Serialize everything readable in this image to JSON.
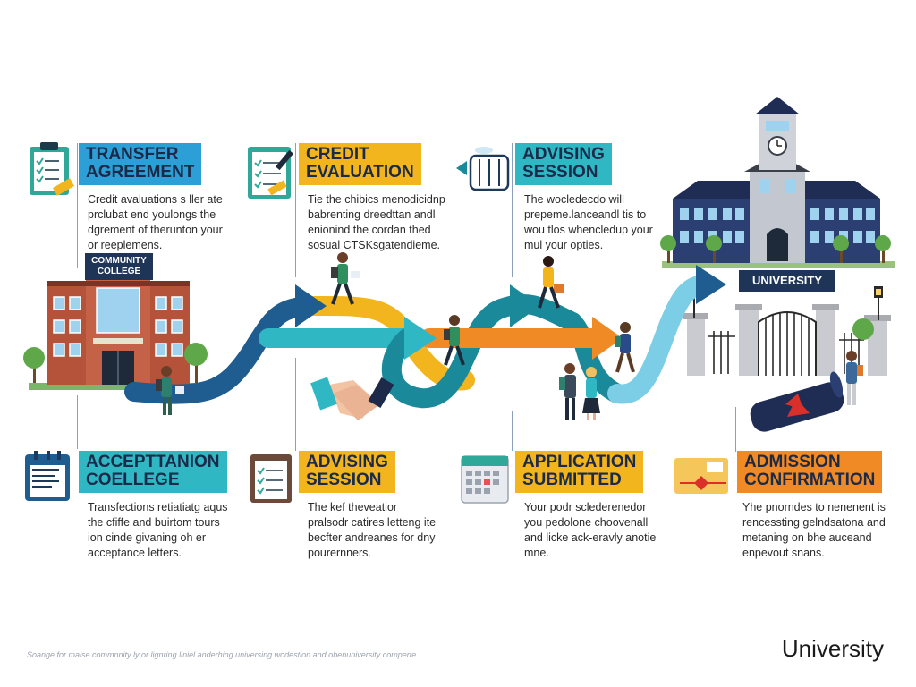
{
  "steps_top": [
    {
      "title": [
        "TRANSFER",
        "AGREEMENT"
      ],
      "body": [
        "Credit avaluations s ller ate",
        "prclubat end youlongs the",
        "dgrement of therunton your",
        "or reeplemens."
      ],
      "color": "#2b9fd6",
      "icon": "clipboard-checklist-icon"
    },
    {
      "title": [
        "CREDIT",
        "EVALUATION"
      ],
      "body": [
        "Tie the chibics menodicidnp",
        "babrenting dreedttan andl",
        "enionind the cordan thed",
        "sosual CTSKsgatendieme."
      ],
      "color": "#f2b51d",
      "icon": "checklist-pen-icon"
    },
    {
      "title": [
        "ADVISING",
        "SESSION"
      ],
      "body": [
        "The wocledecdo will",
        "prepeme.lanceandl tis to",
        "wou tlos whencledup your",
        "mul your opties."
      ],
      "color": "#2fb8c4",
      "icon": "books-icon"
    }
  ],
  "steps_bottom": [
    {
      "title": [
        "ACCEPTTANION",
        "COELLEGE"
      ],
      "body": [
        "Transfections retiatiatg aqus",
        "the cfiffe and buirtom tours",
        "ion cinde givaning oh er",
        "acceptance letters."
      ],
      "color": "#2fb8c4",
      "icon": "calendar-icon"
    },
    {
      "title": [
        "ADVISING",
        "SESSION"
      ],
      "body": [
        "The kef theveatior",
        "pralsodr catires letteng ite",
        "becfter andreanes for dny",
        "pourernners."
      ],
      "color": "#f2b51d",
      "icon": "checklist-icon"
    },
    {
      "title": [
        "APPLICATION",
        "SUBMITTED"
      ],
      "body": [
        "Your podr sclederenedor",
        "you pedolone choovenall",
        "and licke ack-eravly anotie",
        "mne."
      ],
      "color": "#f2b51d",
      "icon": "calendar-grid-icon"
    },
    {
      "title": [
        "ADMISSION",
        "CONFIRMATION"
      ],
      "body": [
        "Yhe pnorndes to nenenent is",
        "rencessting gelndsatona and",
        "metaning on bhe auceand",
        "enpevout snans."
      ],
      "color": "#f08a24",
      "icon": "envelope-icon"
    }
  ],
  "community_sign": [
    "COMMUNITY",
    "COLLEGE"
  ],
  "university_sign": "UNIVERSITY",
  "footnote": "Soange for maise commnnity ly or lignring liniel anderhing universing wodestion and obenuniversity comperte.",
  "brand": "University",
  "colors": {
    "navy": "#1f5c8f",
    "teal": "#2fb8c4",
    "yellow": "#f2b51d",
    "orange": "#f08a24",
    "ink": "#1c2a4a"
  }
}
